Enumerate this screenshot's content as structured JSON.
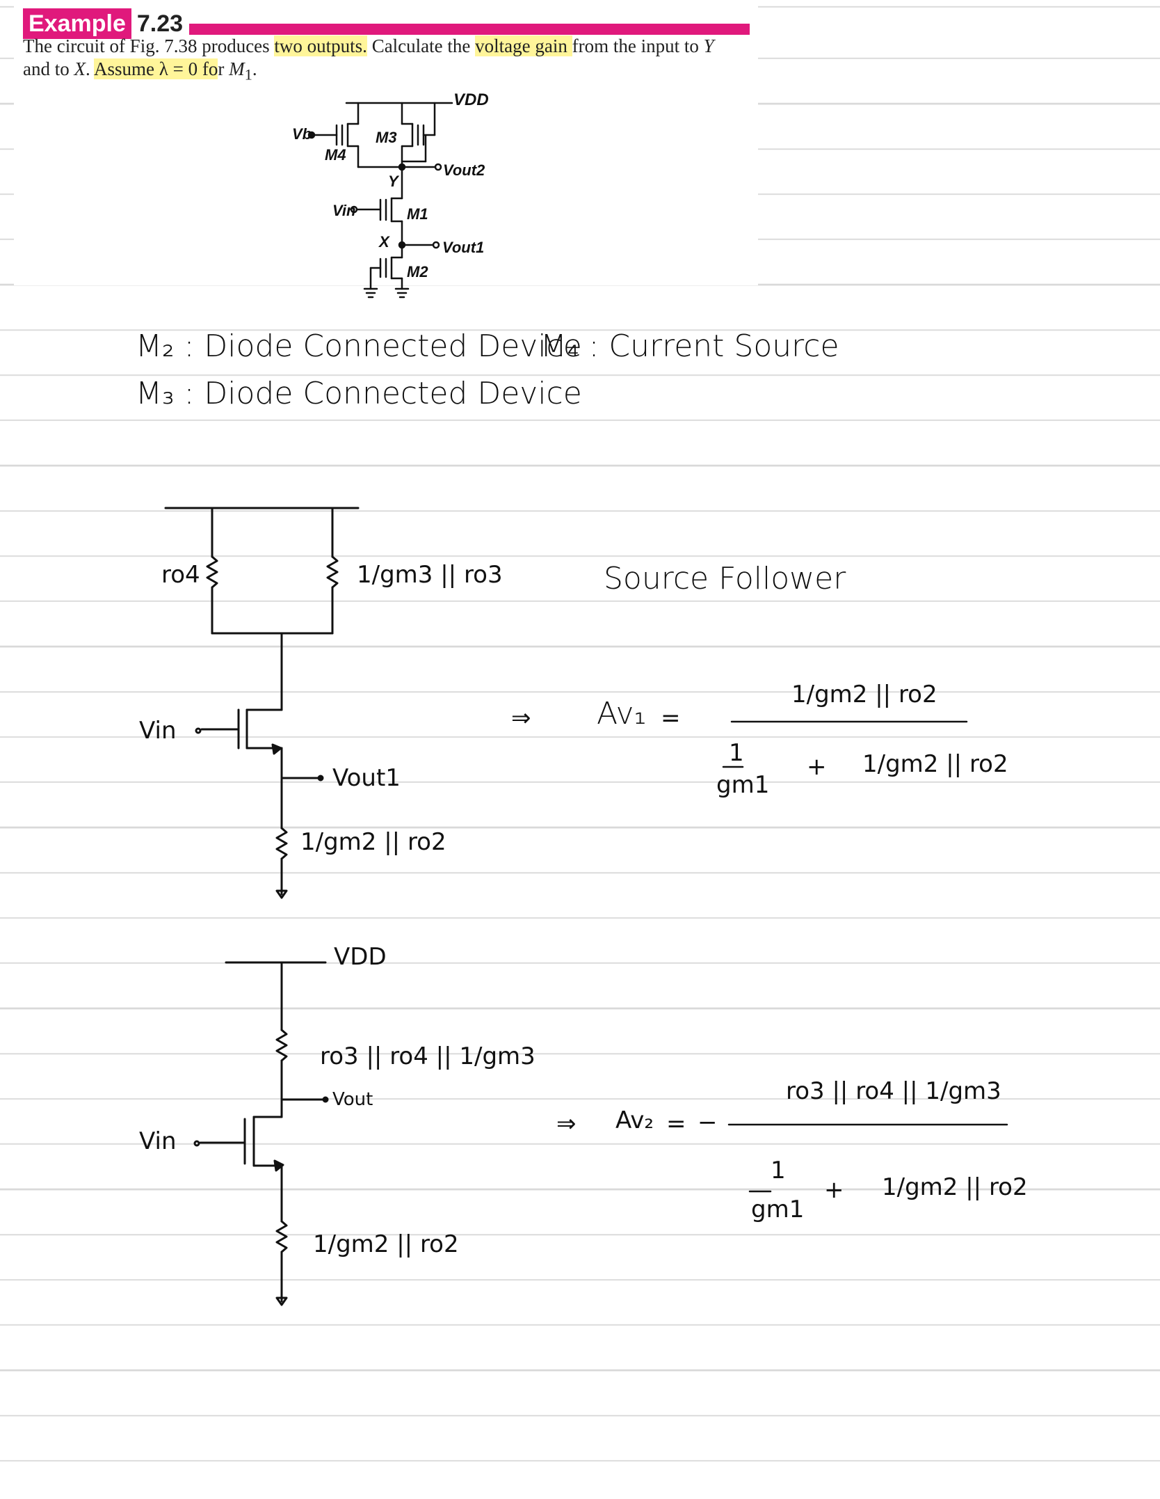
{
  "header": {
    "badge": "Example",
    "number": "7.23"
  },
  "problem": {
    "p1": "The circuit of Fig. 7.38 produces ",
    "h1": "two outputs.",
    "p2": " Calculate the ",
    "h2": "voltage gain ",
    "p3": "from the input to ",
    "y": "Y",
    "p4": "and to ",
    "x": "X",
    "p5": ". ",
    "h3": "Assume λ = 0 fo",
    "p6": "r ",
    "m1": "M",
    "m1sub": "1",
    "p7": "."
  },
  "figure": {
    "vdd": "VDD",
    "vb": "Vb",
    "m3": "M3",
    "m4": "M4",
    "y": "Y",
    "vout2": "Vout2",
    "vin": "Vin",
    "m1": "M1",
    "x": "X",
    "vout1": "Vout1",
    "m2": "M2"
  },
  "notes": {
    "m2": "M₂ : Diode Connected Device",
    "m3": "M₃ : Diode Connected Device",
    "m4": "M₄ : Current Source",
    "source_follower": "Source Follower"
  },
  "circuit1": {
    "ro4": "ro4",
    "top_res": "1/gm3 || ro3",
    "vin": "Vin",
    "vout": "Vout1",
    "bottom_res": "1/gm2 || ro2"
  },
  "eq1": {
    "arrow": "⇒",
    "lhs": "Av₁",
    "eq": "=",
    "num": "1/gm2 || ro2",
    "den_a_num": "1",
    "den_a_den": "gm1",
    "plus": "+",
    "den_b": "1/gm2 || ro2"
  },
  "circuit2": {
    "vdd": "VDD",
    "top_res": "ro3 || ro4 || 1/gm3",
    "vout": "Vout",
    "vin": "Vin",
    "bottom_res": "1/gm2 || ro2"
  },
  "eq2": {
    "arrow": "⇒",
    "lhs": "Av₂",
    "eq": "=",
    "minus": "−",
    "num": "ro3 || ro4 || 1/gm3",
    "den_a_num": "1",
    "den_a_den": "gm1",
    "plus": "+",
    "den_b": "1/gm2 || ro2"
  }
}
